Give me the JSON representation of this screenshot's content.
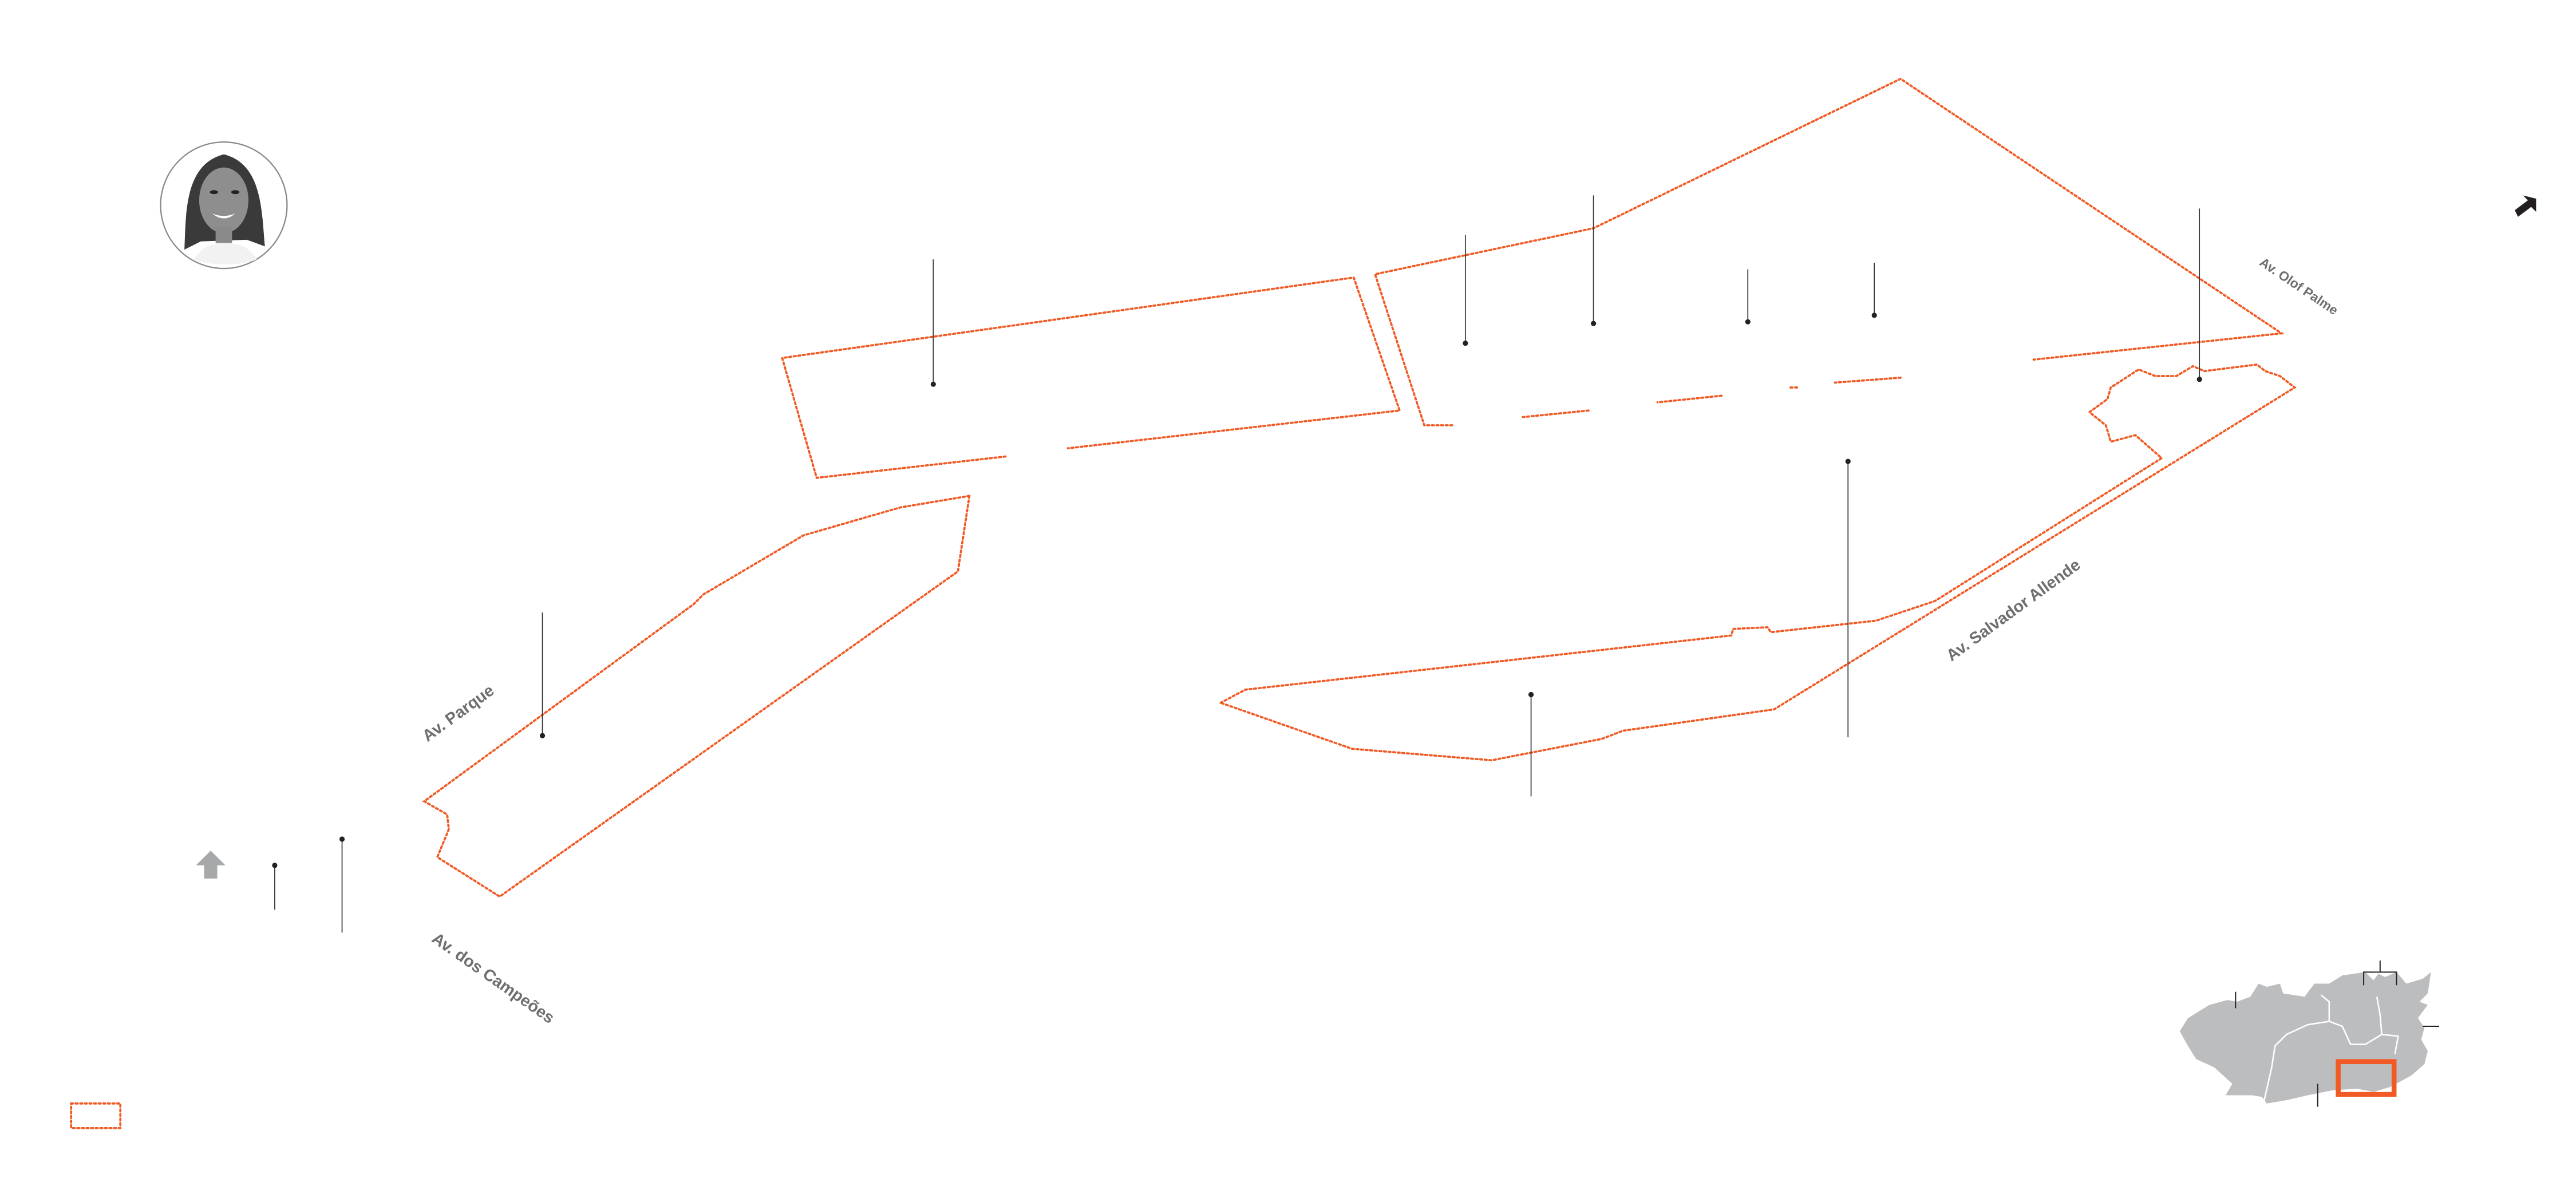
{
  "colors": {
    "accent": "#f15a24",
    "map_gray": "#bcbdbf",
    "road_text": "#6f6f6f",
    "pin": "#222222"
  },
  "roads": {
    "parque": "Av. Parque",
    "salvador_allende": "Av. Salvador Allende",
    "olof_palme": "Av. Olof Palme",
    "dos_campeoes": "Av. dos Campeões"
  },
  "icons": {
    "north_arrow": "arrow-up-icon",
    "direction_arrow": "arrow-up-right-icon",
    "avatar": "portrait-photo"
  }
}
